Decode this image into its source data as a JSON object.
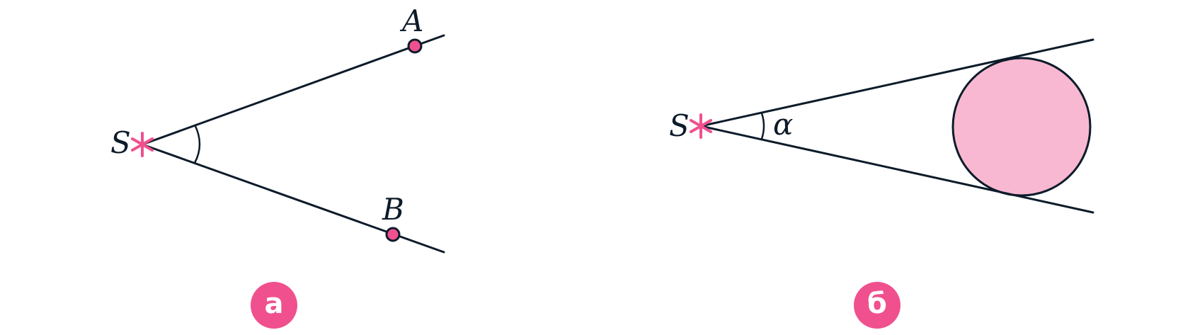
{
  "panel_a": {
    "vertex_label": "S",
    "point_a_label": "A",
    "point_b_label": "B",
    "badge_label": "а"
  },
  "panel_b": {
    "vertex_label": "S",
    "angle_label": "α",
    "badge_label": "б"
  },
  "colors": {
    "stroke": "#0d1b2a",
    "accent": "#f0508e",
    "circle_fill": "#f9b8d1"
  }
}
